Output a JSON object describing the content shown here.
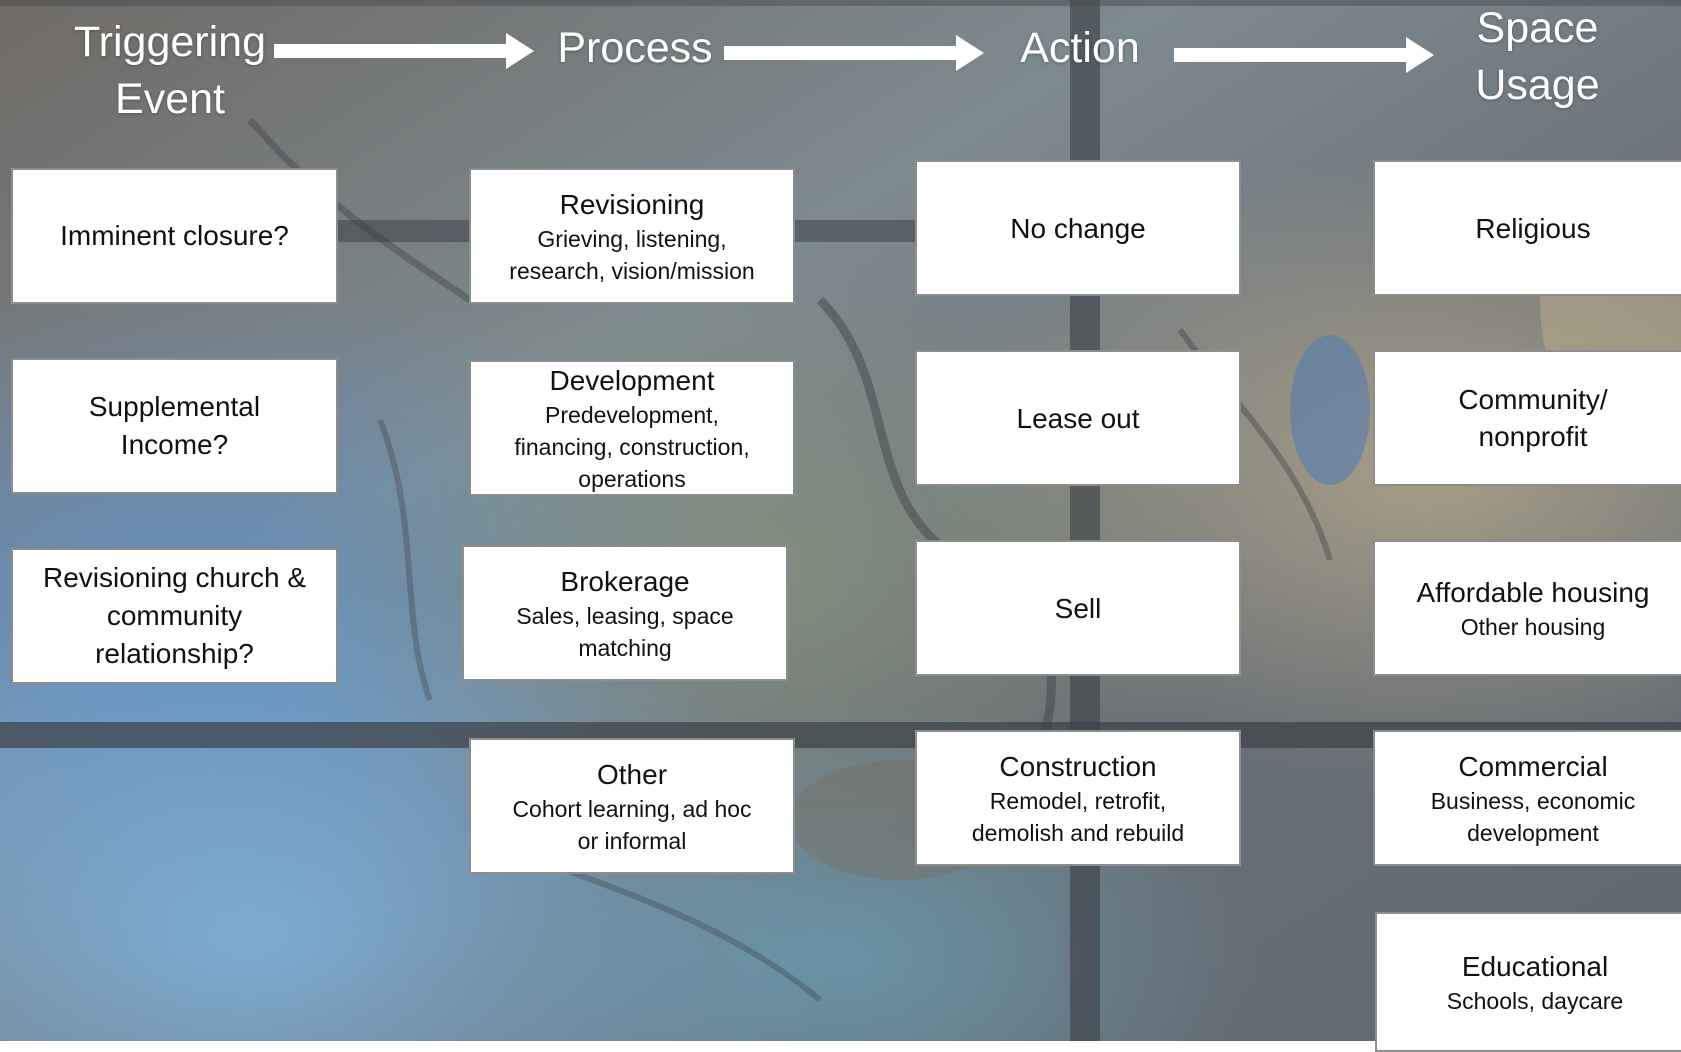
{
  "headers": {
    "trigger": [
      "Triggering",
      "Event"
    ],
    "process": "Process",
    "action": "Action",
    "space": [
      "Space",
      "Usage"
    ]
  },
  "triggers": [
    "Imminent closure?",
    [
      "Supplemental",
      "Income?"
    ],
    [
      "Revisioning church &",
      "community",
      "relationship?"
    ]
  ],
  "process": [
    {
      "title": "Revisioning",
      "sub": [
        "Grieving, listening,",
        "research, vision/mission"
      ]
    },
    {
      "title": "Development",
      "sub": [
        "Predevelopment,",
        "financing, construction,",
        "operations"
      ]
    },
    {
      "title": "Brokerage",
      "sub": [
        "Sales, leasing, space",
        "matching"
      ]
    },
    {
      "title": "Other",
      "sub": [
        "Cohort learning, ad hoc",
        "or informal"
      ]
    }
  ],
  "actions": [
    {
      "title": "No change"
    },
    {
      "title": "Lease out"
    },
    {
      "title": "Sell"
    },
    {
      "title": "Construction",
      "sub": [
        "Remodel, retrofit,",
        "demolish and rebuild"
      ]
    }
  ],
  "space_usage": [
    {
      "title": "Religious"
    },
    {
      "title": [
        "Community/",
        "nonprofit"
      ]
    },
    {
      "title": "Affordable housing",
      "sub": "Other housing"
    },
    {
      "title": "Commercial",
      "sub": [
        "Business, economic",
        "development"
      ]
    },
    {
      "title": "Educational",
      "sub": "Schools, daycare"
    }
  ]
}
